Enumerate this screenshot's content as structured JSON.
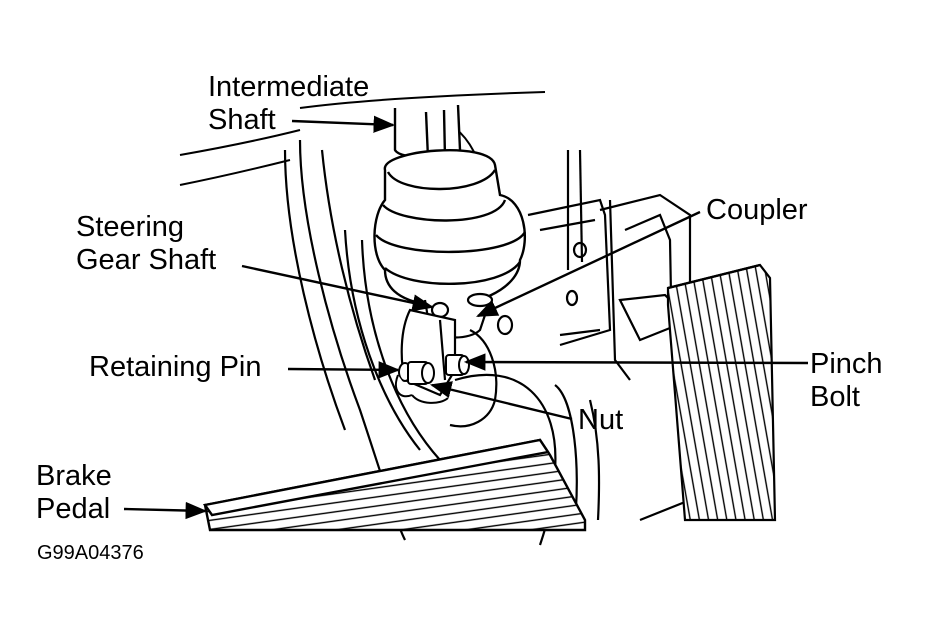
{
  "labels": {
    "intermediate_shaft": [
      "Intermediate",
      "Shaft"
    ],
    "steering_gear_shaft": [
      "Steering",
      "Gear Shaft"
    ],
    "coupler": "Coupler",
    "retaining_pin": "Retaining Pin",
    "pinch_bolt": [
      "Pinch",
      "Bolt"
    ],
    "nut": "Nut",
    "brake_pedal": [
      "Brake",
      "Pedal"
    ]
  },
  "figure_code": "G99A04376",
  "colors": {
    "ink": "#000000",
    "paper": "#ffffff"
  }
}
